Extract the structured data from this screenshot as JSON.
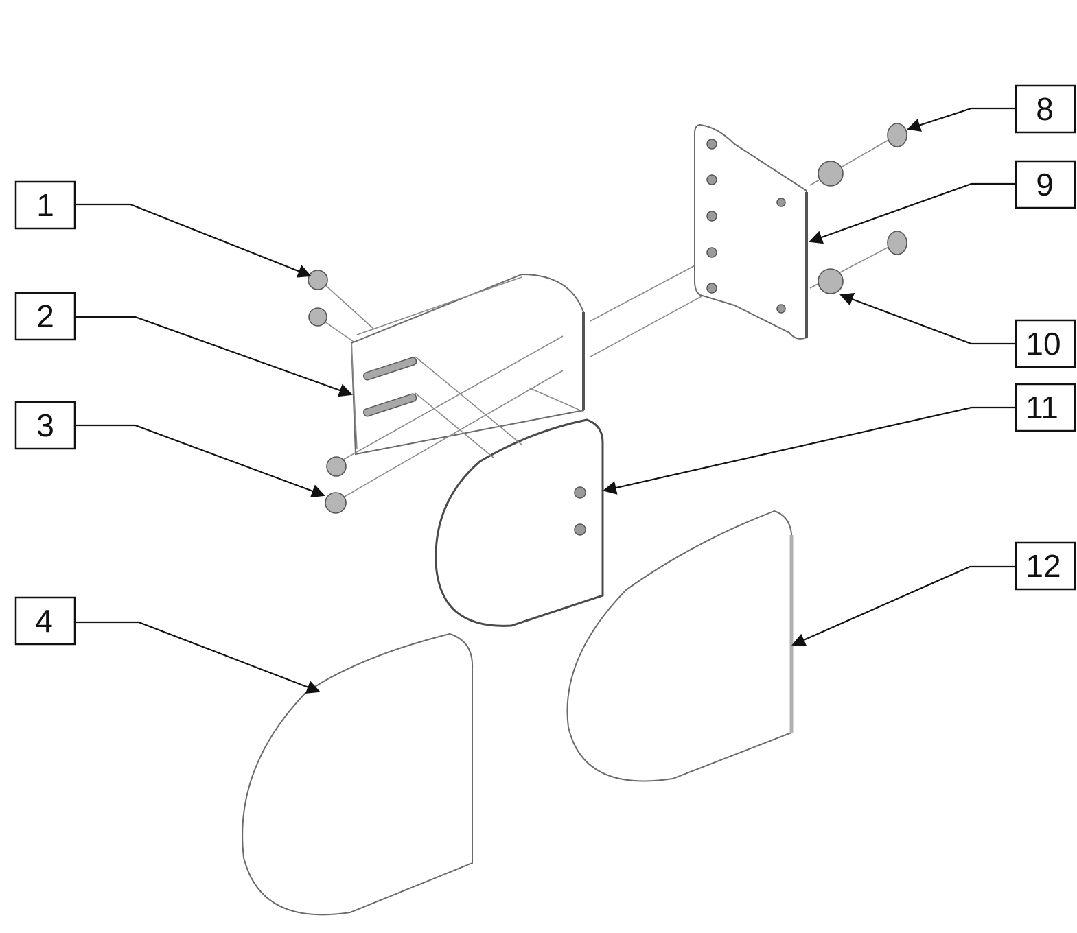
{
  "diagram": {
    "callouts": [
      {
        "id": "c1",
        "label": "1"
      },
      {
        "id": "c2",
        "label": "2"
      },
      {
        "id": "c3",
        "label": "3"
      },
      {
        "id": "c4",
        "label": "4"
      },
      {
        "id": "c8",
        "label": "8"
      },
      {
        "id": "c9",
        "label": "9"
      },
      {
        "id": "c10",
        "label": "10"
      },
      {
        "id": "c11",
        "label": "11"
      },
      {
        "id": "c12",
        "label": "12"
      }
    ]
  }
}
